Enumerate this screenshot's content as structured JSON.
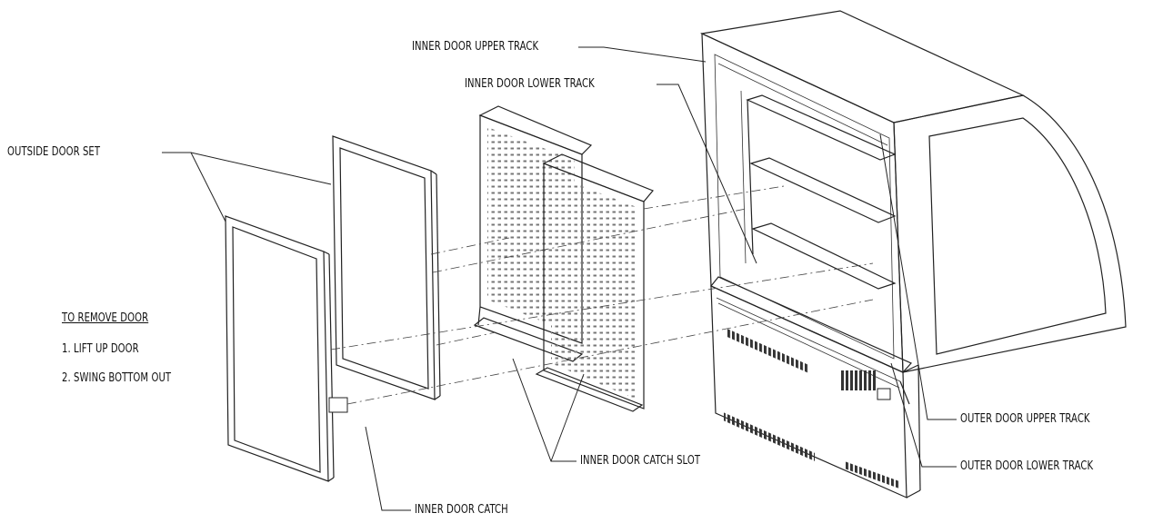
{
  "labels": {
    "inner_door_upper_track": "INNER DOOR UPPER TRACK",
    "inner_door_lower_track": "INNER DOOR LOWER TRACK",
    "outside_door_set": "OUTSIDE DOOR SET",
    "outer_door_upper_track": "OUTER DOOR UPPER TRACK",
    "outer_door_lower_track": "OUTER DOOR LOWER TRACK",
    "inner_door_catch_slot": "INNER DOOR CATCH SLOT",
    "inner_door_catch": "INNER DOOR CATCH"
  },
  "instructions": {
    "title": "TO REMOVE DOOR",
    "step1": "1. LIFT UP DOOR",
    "step2": "2. SWING BOTTOM OUT"
  }
}
